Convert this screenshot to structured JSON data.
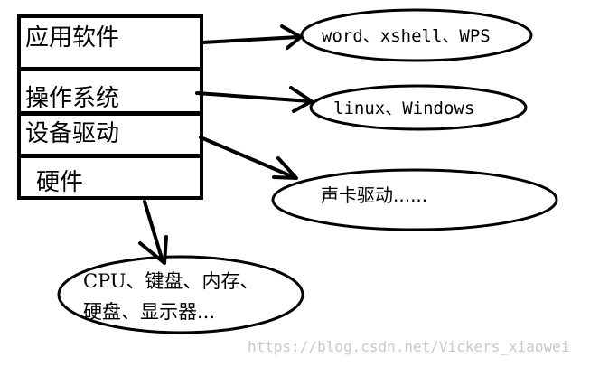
{
  "layers": [
    {
      "id": "app",
      "label": "应用软件"
    },
    {
      "id": "os",
      "label": "操作系统"
    },
    {
      "id": "driver",
      "label": "设备驱动"
    },
    {
      "id": "hardware",
      "label": "硬件"
    }
  ],
  "ellipses": [
    {
      "id": "app-examples",
      "text": "word、xshell、WPS"
    },
    {
      "id": "os-examples",
      "text": "linux、Windows"
    },
    {
      "id": "driver-examples",
      "text": "声卡驱动......"
    },
    {
      "id": "hardware-examples",
      "line1": "CPU、键盘、内存、",
      "line2": "硬盘、显示器..."
    }
  ],
  "watermark": "https://blog.csdn.net/Vickers_xiaowei",
  "colors": {
    "stroke": "#000000",
    "watermark": "#c8c8c8"
  }
}
